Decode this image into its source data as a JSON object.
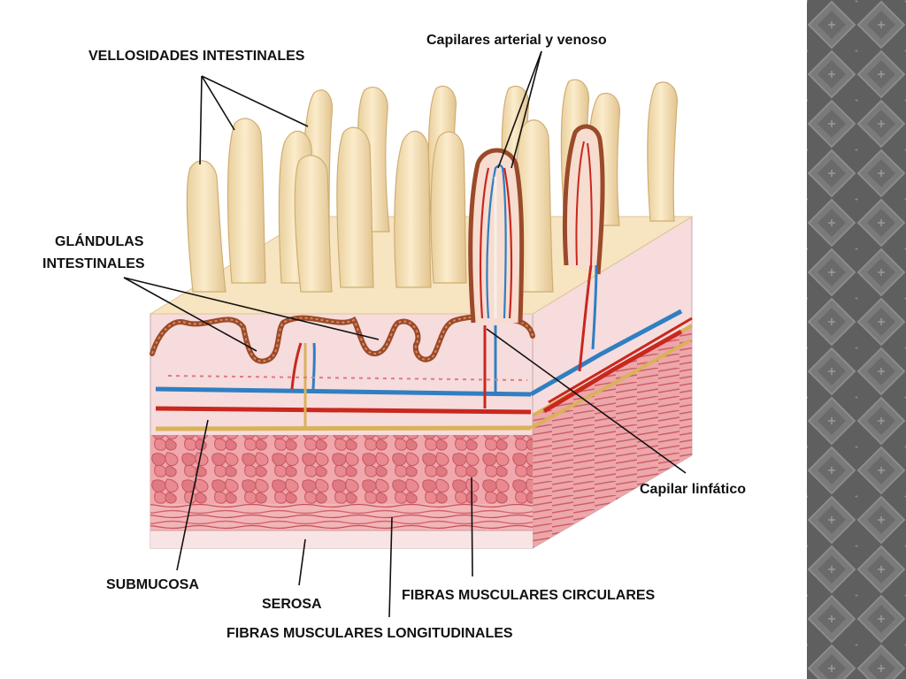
{
  "labels": {
    "villi": "VELLOSIDADES INTESTINALES",
    "capillaries": "Capilares arterial y venoso",
    "glands_line1": "GLÁNDULAS",
    "glands_line2": "INTESTINALES",
    "lymphatic": "Capilar linfático",
    "submucosa": "SUBMUCOSA",
    "serosa": "SEROSA",
    "circular": "FIBRAS MUSCULARES CIRCULARES",
    "longitudinal": "FIBRAS MUSCULARES LONGITUDINALES"
  },
  "colors": {
    "villus_fill": "#f3dcb0",
    "mucosa_border": "#9a4a2a",
    "artery": "#c8281e",
    "vein": "#2f7fc2",
    "lymph": "#d9b25a",
    "muscle": "#e98a90",
    "muscle_dark": "#c8505a",
    "tissue_pink": "#f6dcdc",
    "side_strip": "#6d6d6d"
  }
}
